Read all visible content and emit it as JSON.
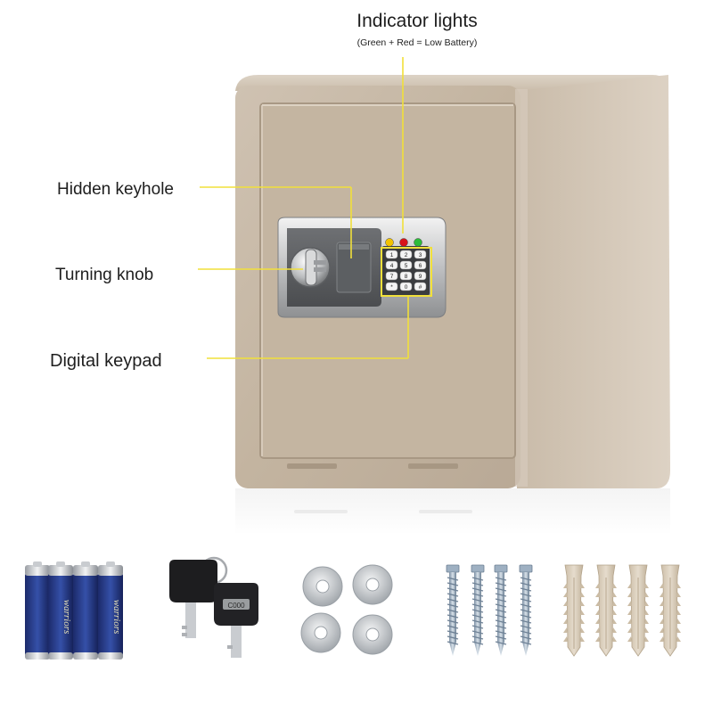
{
  "callouts": {
    "indicator_title": "Indicator lights",
    "indicator_subtitle": "(Green + Red = Low Battery)",
    "hidden_keyhole": "Hidden keyhole",
    "turning_knob": "Turning knob",
    "digital_keypad": "Digital keypad"
  },
  "keypad": {
    "keys": [
      "1",
      "2",
      "3",
      "4",
      "5",
      "6",
      "7",
      "8",
      "9",
      "*",
      "0",
      "#"
    ]
  },
  "indicators": [
    {
      "color": "#f2c200"
    },
    {
      "color": "#d7141a"
    },
    {
      "color": "#2dbb3a"
    }
  ],
  "accessories": {
    "battery_brand": "warriors",
    "key_tag": "C000"
  },
  "colors": {
    "safe_body": "#c8b9a6",
    "callout_line": "#f1e03a",
    "keypad_highlight": "#e8d21e"
  }
}
